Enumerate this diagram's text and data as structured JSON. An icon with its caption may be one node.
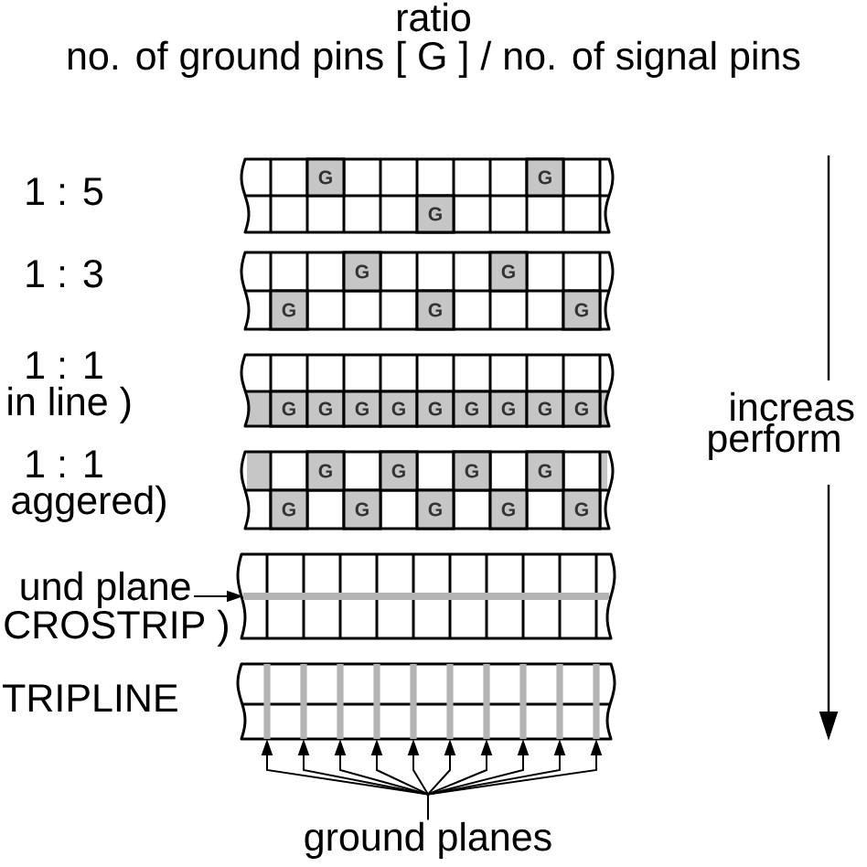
{
  "diagram": {
    "nodes": [
      {
        "text": [
          "G",
          "G",
          "G"
        ],
        "beside": [
          "1 : 5"
        ]
      },
      {
        "text": [
          "G",
          "G",
          "G",
          "G",
          "G"
        ],
        "beside": [
          "1 : 3"
        ]
      },
      {
        "text": [
          "G",
          "G",
          "G",
          "G",
          "G",
          "G",
          "G",
          "G",
          "G"
        ],
        "beside": [
          "1 : 1",
          "in line )"
        ]
      },
      {
        "text": [
          "G",
          "G",
          "G",
          "G",
          "G",
          "G",
          "G",
          "G",
          "G"
        ],
        "beside": [
          "1 : 1",
          "aggered)"
        ]
      },
      {
        "text": [],
        "shape": "box",
        "beside": [
          "CROSTRIP )"
        ]
      },
      {
        "text": [],
        "shape": "bar",
        "in": 4
      },
      {
        "text": [
          "und plane"
        ]
      },
      {
        "text": [],
        "shape": "box",
        "beside": [
          "TRIPLINE"
        ]
      },
      {
        "text": [],
        "shape": "bar",
        "in": 7
      },
      {
        "text": [],
        "shape": "bar",
        "in": 7
      },
      {
        "text": [],
        "shape": "bar",
        "in": 7
      },
      {
        "text": [],
        "shape": "bar",
        "in": 7
      },
      {
        "text": [],
        "shape": "bar",
        "in": 7
      },
      {
        "text": [],
        "shape": "bar",
        "in": 7
      },
      {
        "text": [],
        "shape": "bar",
        "in": 7
      },
      {
        "text": [],
        "shape": "bar",
        "in": 7
      },
      {
        "text": [],
        "shape": "bar",
        "in": 7
      },
      {
        "text": [],
        "shape": "bar",
        "in": 7
      },
      {
        "text": [
          "ground planes"
        ]
      }
    ],
    "edges": [
      {
        "from": 6,
        "to": 5,
        "arrow": "to"
      },
      {
        "from": 18,
        "to": 8,
        "arrow": "to"
      },
      {
        "from": 18,
        "to": 9,
        "arrow": "to"
      },
      {
        "from": 18,
        "to": 10,
        "arrow": "to"
      },
      {
        "from": 18,
        "to": 11,
        "arrow": "to"
      },
      {
        "from": 18,
        "to": 12,
        "arrow": "to"
      },
      {
        "from": 18,
        "to": 13,
        "arrow": "to"
      },
      {
        "from": 18,
        "to": 14,
        "arrow": "to"
      },
      {
        "from": 18,
        "to": 15,
        "arrow": "to"
      },
      {
        "from": 18,
        "to": 16,
        "arrow": "to"
      },
      {
        "from": 18,
        "to": 17,
        "arrow": "to"
      }
    ],
    "labels": [
      "ratio",
      "no. of ground pins [ G ] / no. of signal pins",
      "increas",
      "perform"
    ]
  }
}
